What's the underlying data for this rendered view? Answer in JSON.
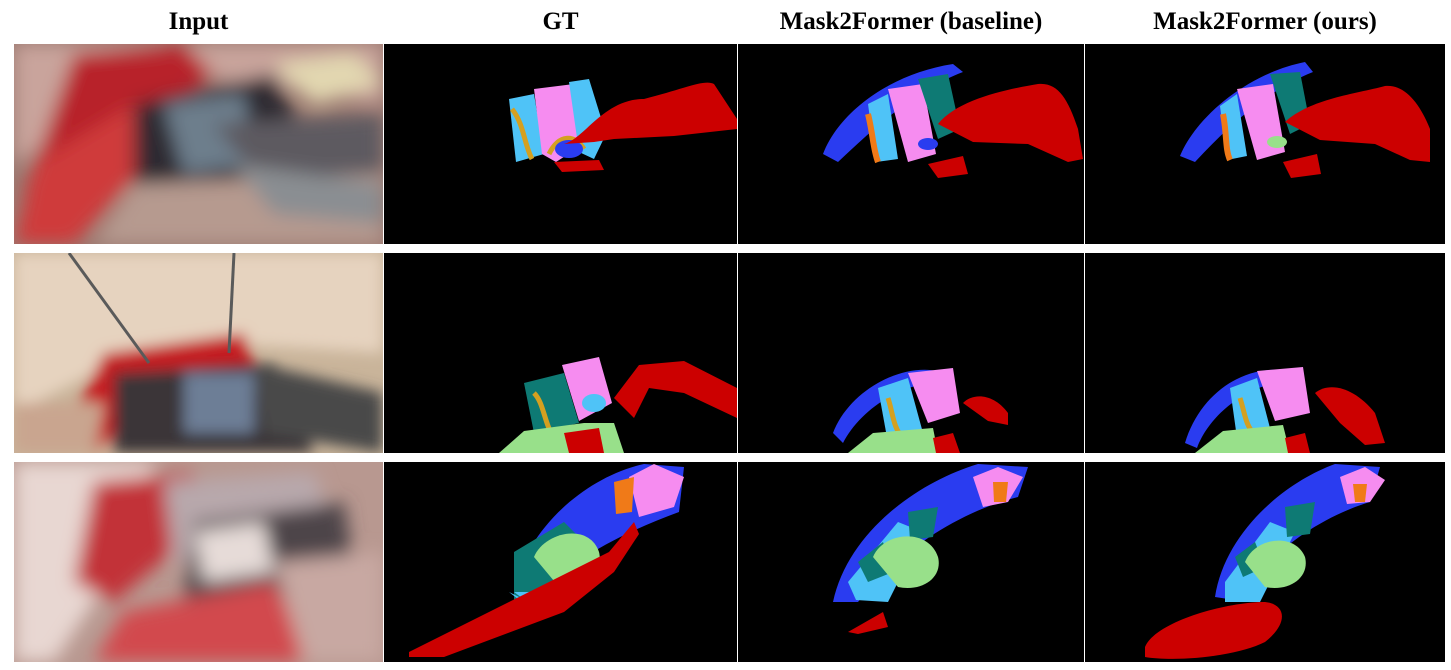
{
  "columns": {
    "input": "Input",
    "gt": "GT",
    "baseline": "Mask2Former (baseline)",
    "ours": "Mask2Former (ours)"
  },
  "palette": {
    "tissue_red": "#cc0000",
    "blue": "#2a3cf0",
    "light_blue": "#4fc3f7",
    "pink": "#f68cf0",
    "teal": "#0e7a74",
    "orange": "#f07a18",
    "gold": "#d4a020",
    "light_green": "#98e08a",
    "background": "#000000"
  }
}
